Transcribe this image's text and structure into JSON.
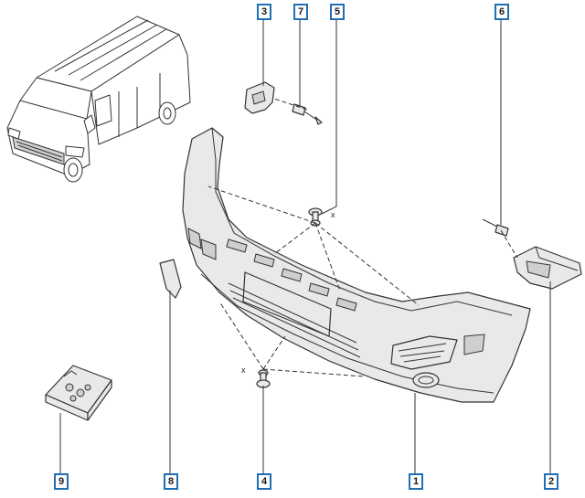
{
  "callouts": {
    "c1": "1",
    "c2": "2",
    "c3": "3",
    "c4": "4",
    "c5": "5",
    "c6": "6",
    "c7": "7",
    "c8": "8",
    "c9": "9"
  },
  "markers": {
    "x_upper": "x",
    "x_lower": "x"
  },
  "colors": {
    "callout_border": "#1f6fb2",
    "line": "#333333",
    "part_fill": "#e9e9e9"
  }
}
